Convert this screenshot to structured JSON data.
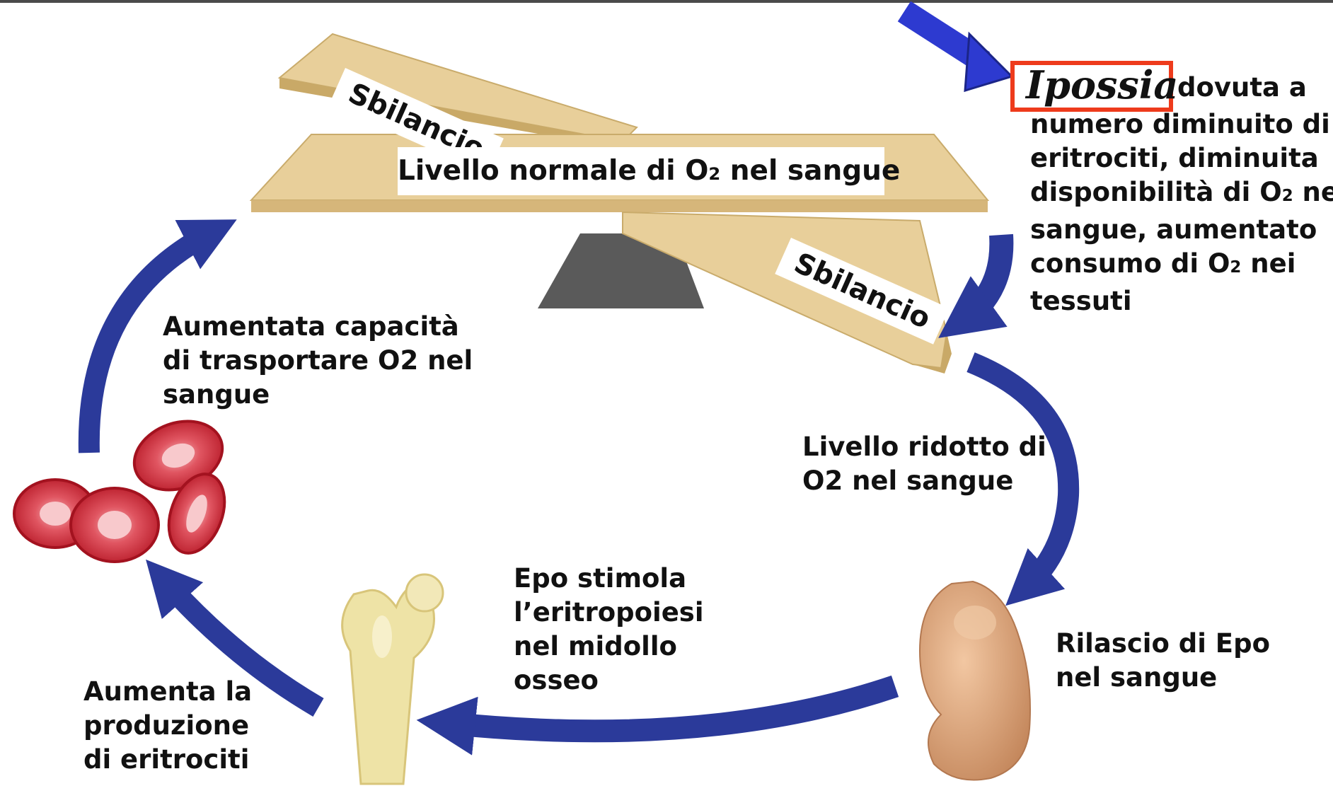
{
  "title_box": {
    "word": "Ipossia"
  },
  "hypoxia_text": {
    "lines": [
      "dovuta a",
      "numero diminuito di",
      "eritrociti, diminuita",
      "disponibilità di O",
      "sangue, aumentato",
      "consumo di O",
      "tessuti"
    ],
    "line4_sub": "2",
    "line4_tail": " nel",
    "line6_sub": "2",
    "line6_tail": " nei"
  },
  "balance": {
    "normal_prefix": "Livello normale di O",
    "normal_sub": "2",
    "normal_suffix": " nel sangue",
    "imbalance_top": "Sbilancio",
    "imbalance_right": "Sbilancio"
  },
  "steps": {
    "reduced": [
      "Livello ridotto di",
      "O2 nel sangue"
    ],
    "epo_release": [
      "Rilascio di Epo",
      "nel sangue"
    ],
    "epo_stimulates": [
      "Epo stimola",
      "l’eritropoiesi",
      "nel midollo",
      "osseo"
    ],
    "increase_production": [
      "Aumenta la",
      "produzione",
      "di eritrociti"
    ],
    "increased_capacity": [
      "Aumentata capacità",
      "di trasportare O2 nel",
      "sangue"
    ]
  },
  "colors": {
    "cycle_arrow": "#2b3a9a",
    "pointer_arrow": "#2d3ad0",
    "highlight_border": "#ee3b1c",
    "beam": "#e8cf9a",
    "fulcrum": "#5a5a5a",
    "rbc": "#d8323f",
    "kidney": "#d9a47c",
    "bone": "#eee3a6"
  }
}
